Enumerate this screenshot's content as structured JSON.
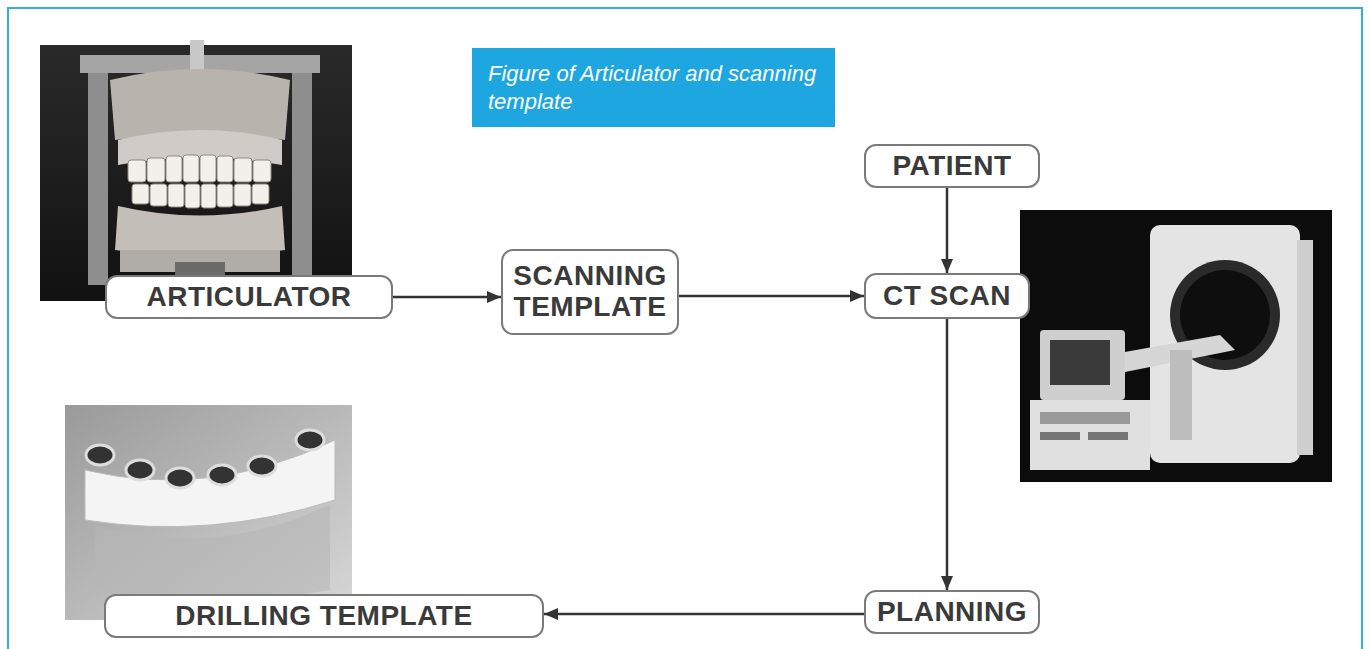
{
  "diagram": {
    "nodes": [
      {
        "text": [
          "Figure of Articulator and scanning template"
        ]
      },
      {
        "text": [
          "PATIENT"
        ]
      },
      {
        "text": [
          "ARTICULATOR"
        ]
      },
      {
        "text": [
          "SCANNING TEMPLATE"
        ]
      },
      {
        "text": [
          "CT SCAN"
        ]
      },
      {
        "text": [
          "PLANNING"
        ]
      },
      {
        "text": [
          "DRILLING TEMPLATE"
        ]
      }
    ],
    "edges": [
      {
        "from": 2,
        "to": 3,
        "arrow": "to"
      },
      {
        "from": 3,
        "to": 4,
        "arrow": "to"
      },
      {
        "from": 1,
        "to": 4,
        "arrow": "to"
      },
      {
        "from": 4,
        "to": 5,
        "arrow": "to"
      },
      {
        "from": 5,
        "to": 6,
        "arrow": "to"
      }
    ]
  }
}
